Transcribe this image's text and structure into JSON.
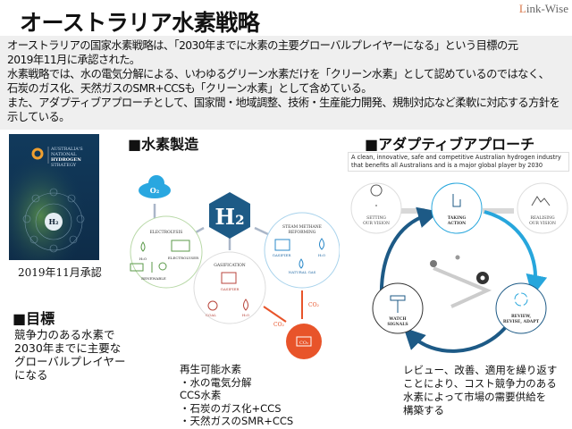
{
  "header": {
    "title": "オーストラリア水素戦略",
    "brand_first": "L",
    "brand_rest": "ink-Wise"
  },
  "intro": [
    "オーストラリアの国家水素戦略は、「2030年までに水素の主要グローバルプレイヤーになる」という目標の元",
    "2019年11月に承認された。",
    "水素戦略では、水の電気分解による、いわゆるグリーン水素だけを「クリーン水素」として認めているのではなく、",
    "石炭のガス化、天然ガスのSMR+CCSも「クリーン水素」として含めている。",
    "また、アダプティブアプローチとして、国家間・地域調整、技術・生産能力開発、規制対応など柔軟に対応する方針を",
    "示している。"
  ],
  "cover": {
    "line1": "AUSTRALIA'S",
    "line2": "NATIONAL",
    "line3": "HYDROGEN",
    "line4": "STRATEGY",
    "center": "H₂",
    "caption": "2019年11月承認"
  },
  "goal": {
    "title": "■目標",
    "lines": [
      "競争力のある水素で",
      "2030年までに主要な",
      "グローバルプレイヤー",
      "になる"
    ]
  },
  "production": {
    "title": "■水素製造",
    "h2": "H₂",
    "o2": "O₂",
    "electrolysis": "ELECTROLYSIS",
    "h2o": "H₂O",
    "electrolyser": "ELECTROLYSER",
    "renewable": "RENEWABLE",
    "gasification": "GASIFICATION",
    "gasifier": "GASIFIER",
    "coal": "COAL",
    "smr1": "STEAM METHANE",
    "smr2": "REFORMING",
    "natural_gas": "NATURAL GAS",
    "co2": "CO₂",
    "notes": [
      "再生可能水素",
      "・水の電気分解",
      "CCS水素",
      "・石炭のガス化+CCS",
      "・天然ガスのSMR+CCS"
    ]
  },
  "adaptive": {
    "title": "■アダプティブアプローチ",
    "vision1": "A clean, innovative, safe and competitive Australian hydrogen industry",
    "vision2": "that benefits all Australians and is a major global player by 2030",
    "setting1": "SETTING",
    "setting2": "OUR VISION",
    "taking1": "TAKING",
    "taking2": "ACTION",
    "realising1": "REALISING",
    "realising2": "OUR VISION",
    "watch1": "WATCH",
    "watch2": "SIGNALS",
    "review1": "REVIEW,",
    "review2": "REVISE, ADAPT",
    "notes": [
      "レビュー、改善、適用を繰り返す",
      "ことにより、コスト競争力のある",
      "水素によって市場の需要供給を",
      "構築する"
    ]
  },
  "colors": {
    "navy": "#1d5a86",
    "cyan": "#27a6dc",
    "orange": "#e8542a",
    "green": "#7cb56a"
  }
}
